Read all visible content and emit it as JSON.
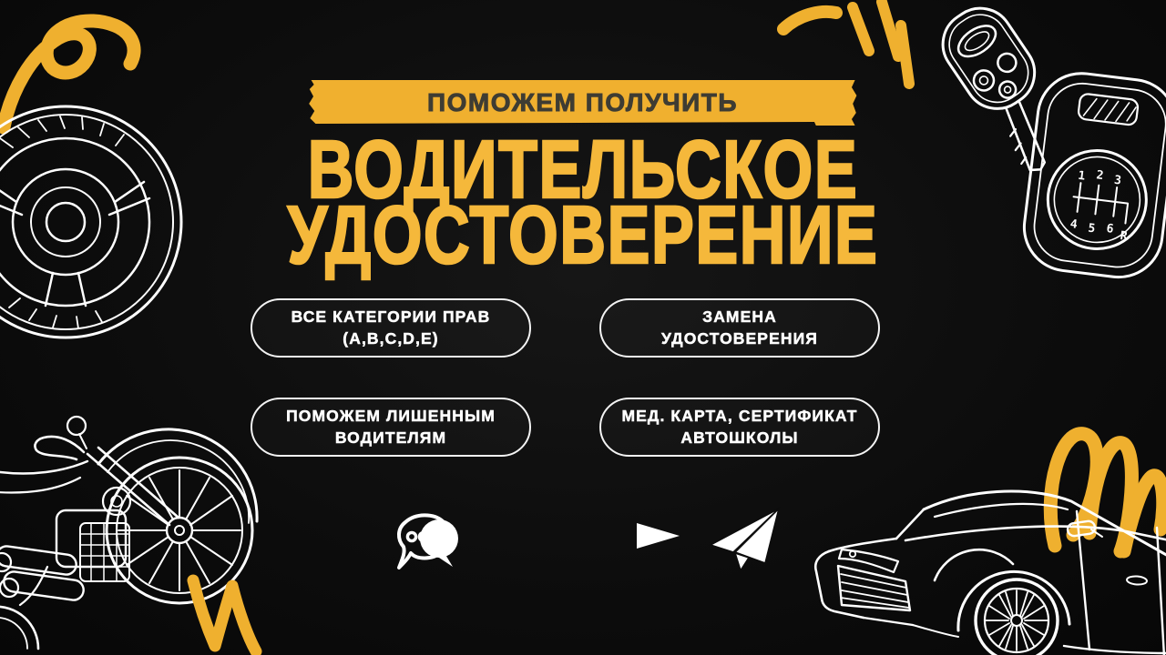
{
  "poster": {
    "background_color": "#0d0d0d",
    "accent_yellow": "#F0B02F",
    "title_yellow": "#F5B83B",
    "sketch_color": "#ffffff",
    "banner": {
      "label": "ПОМОЖЕМ ПОЛУЧИТЬ",
      "text_color": "#3E3C33"
    },
    "title": {
      "line1": "ВОДИТЕЛЬСКОЕ",
      "line2": "УДОСТОВЕРЕНИЕ"
    },
    "services": [
      {
        "line1": "ВСЕ КАТЕГОРИИ ПРАВ",
        "line2": "(A,B,C,D,E)"
      },
      {
        "line1": "ЗАМЕНА",
        "line2": "УДОСТОВЕРЕНИЯ"
      },
      {
        "line1": "ПОМОЖЕМ ЛИШЕННЫМ",
        "line2": "ВОДИТЕЛЯМ"
      },
      {
        "line1": "МЕД. КАРТА, СЕРТИФИКАТ",
        "line2": "АВТОШКОЛЫ"
      }
    ],
    "cta": {
      "icons": [
        "chat-bubbles-icon",
        "arrow-right-icon",
        "paper-plane-icon"
      ]
    },
    "decorations": {
      "items": [
        "squiggle-top-left",
        "steering-wheel-sketch",
        "rays-top-right",
        "car-key-sketch",
        "gear-shift-sketch",
        "motorcycle-sketch",
        "squiggle-bottom-left",
        "squiggle-right",
        "car-sketch"
      ],
      "gear_shift_labels": [
        "1",
        "2",
        "3",
        "4",
        "5",
        "6",
        "R"
      ]
    }
  }
}
